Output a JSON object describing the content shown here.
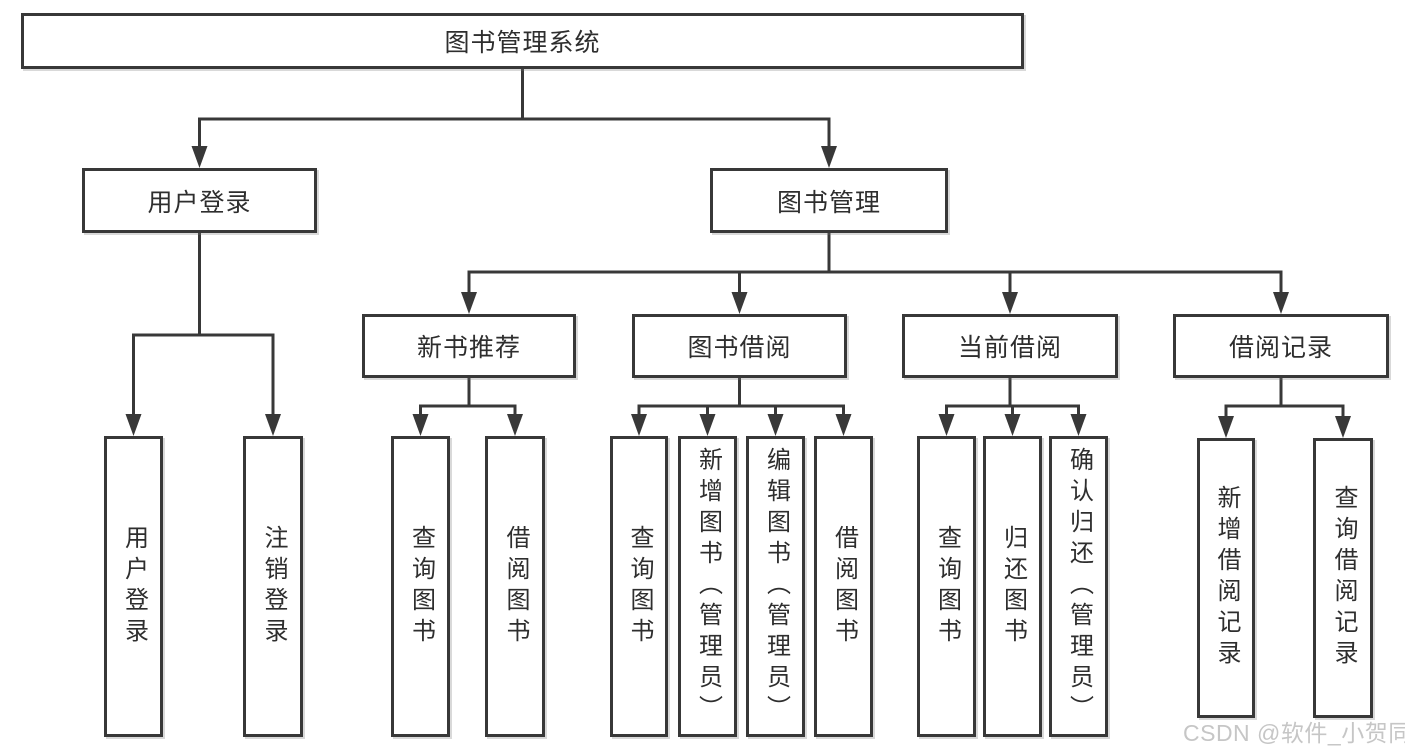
{
  "diagram": {
    "title": "图书管理系统",
    "root": {
      "label": "图书管理系统"
    },
    "level2": [
      {
        "label": "用户登录"
      },
      {
        "label": "图书管理"
      }
    ],
    "level3": [
      {
        "label": "新书推荐"
      },
      {
        "label": "图书借阅"
      },
      {
        "label": "当前借阅"
      },
      {
        "label": "借阅记录"
      }
    ],
    "leaves": {
      "user_login": [
        "用户登录",
        "注销登录"
      ],
      "new_books": [
        "查询图书",
        "借阅图书"
      ],
      "book_borrow": [
        "查询图书",
        "新增图书（管理员）",
        "编辑图书（管理员）",
        "借阅图书"
      ],
      "current_borrow": [
        "查询图书",
        "归还图书",
        "确认归还（管理员）"
      ],
      "borrow_records": [
        "新增借阅记录",
        "查询借阅记录"
      ]
    }
  },
  "watermark": "CSDN @软件_小贺同学",
  "colors": {
    "line": "#383838",
    "text": "#2e2e2e",
    "box_background": "#ffffff",
    "watermark": "#c6c6c6",
    "background": "#ffffff"
  }
}
